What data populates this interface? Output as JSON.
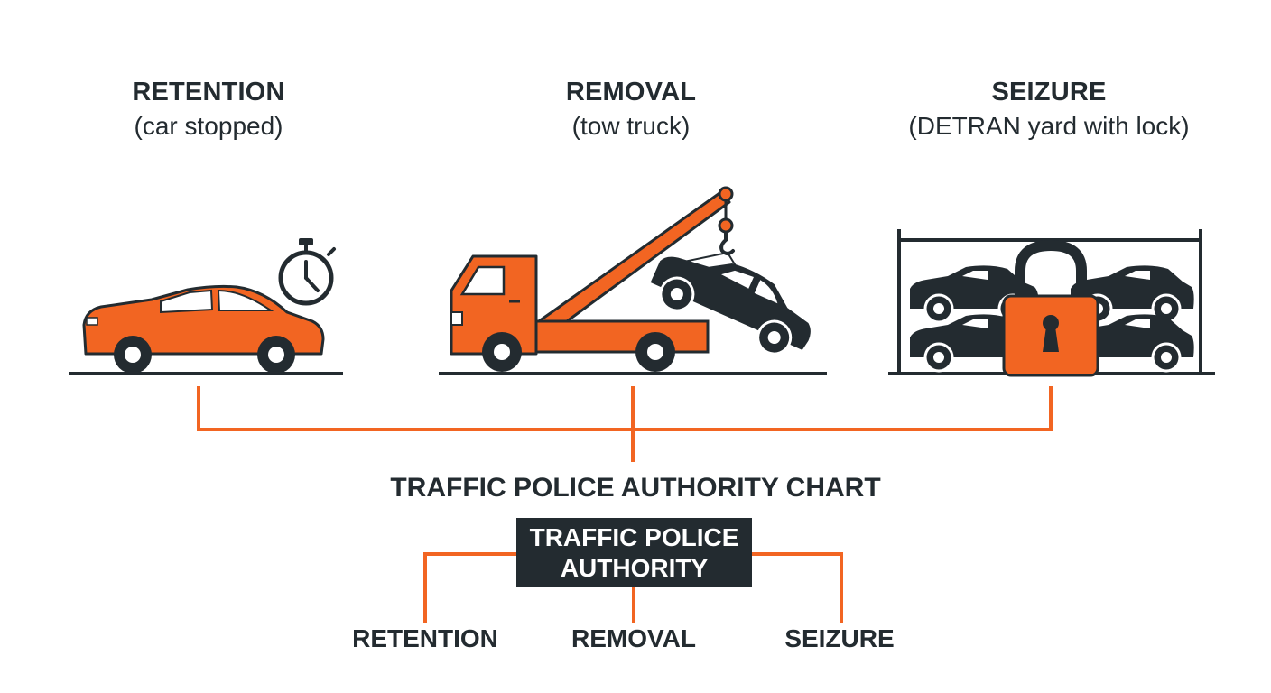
{
  "colors": {
    "accent": "#f26522",
    "dark": "#232b30"
  },
  "stages": [
    {
      "title": "RETENTION",
      "subtitle": "(car stopped)",
      "icon": "stopped-car-stopwatch-icon"
    },
    {
      "title": "REMOVAL",
      "subtitle": "(tow truck)",
      "icon": "tow-truck-icon"
    },
    {
      "title": "SEIZURE",
      "subtitle": "(DETRAN yard with lock)",
      "icon": "impound-yard-padlock-icon"
    }
  ],
  "chart": {
    "title": "TRAFFIC POLICE AUTHORITY CHART",
    "root": "TRAFFIC POLICE AUTHORITY",
    "children": [
      "RETENTION",
      "REMOVAL",
      "SEIZURE"
    ]
  }
}
